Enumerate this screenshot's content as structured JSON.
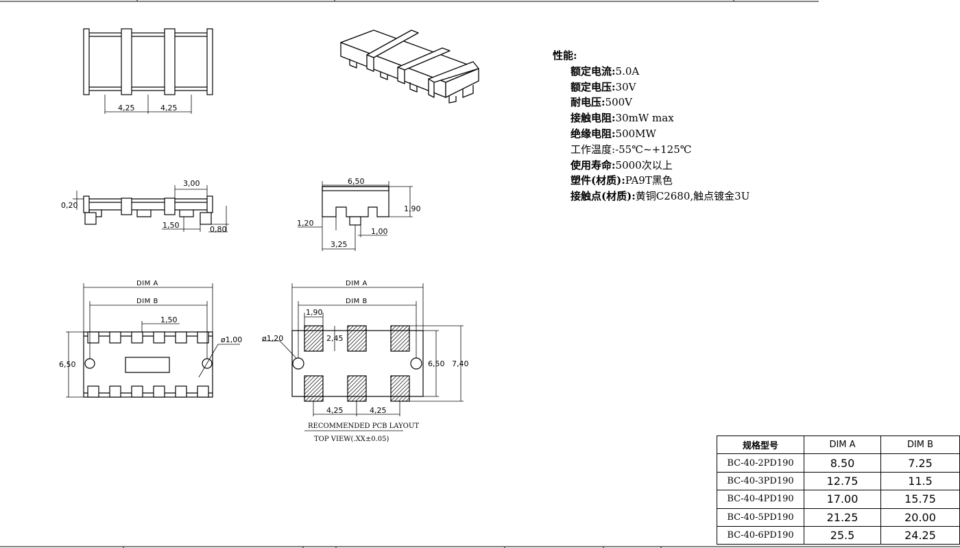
{
  "top_view": {
    "dim_left": "4,25",
    "dim_right": "4,25"
  },
  "side_view": {
    "dim_020": "0,20",
    "dim_300": "3,00",
    "dim_150": "1,50",
    "dim_080": "0,80"
  },
  "end_view": {
    "dim_650": "6,50",
    "dim_190": "1,90",
    "dim_120": "1,20",
    "dim_100": "1,00",
    "dim_325": "3,25"
  },
  "bottom_view": {
    "dim_a": "DIM A",
    "dim_b": "DIM B",
    "dim_150": "1,50",
    "dim_height": "6,50",
    "dim_hole": "ø1,00"
  },
  "pcb_layout": {
    "dim_a": "DIM A",
    "dim_b": "DIM B",
    "dim_190": "1,90",
    "dim_245": "2,45",
    "dim_hole": "ø1,20",
    "dim_650": "6,50",
    "dim_740": "7,40",
    "dim_pitch_left": "4,25",
    "dim_pitch_right": "4,25",
    "caption_top": "RECOMMENDED  PCB  LAYOUT",
    "caption_bottom": "TOP  VIEW(.XX±0.05)"
  },
  "specs": {
    "title": "性能:",
    "rows": [
      {
        "key": "额定电流:",
        "value": "5.0A"
      },
      {
        "key": "额定电压:",
        "value": "30V"
      },
      {
        "key": "耐电压:",
        "value": "500V"
      },
      {
        "key": "接触电阻:",
        "value": "30mW  max"
      },
      {
        "key": "绝缘电阻:",
        "value": "500MW"
      },
      {
        "key": "工作温度:",
        "value": "-55℃~+125℃"
      },
      {
        "key": "使用寿命:",
        "value": "5000次以上"
      },
      {
        "key": "塑件(材质):",
        "value": "PA9T黑色"
      },
      {
        "key": "接触点(材质):",
        "value": "黄铜C2680,触点镀金3U"
      }
    ]
  },
  "table": {
    "headers": [
      "规格型号",
      "DIM  A",
      "DIM  B"
    ],
    "rows": [
      [
        "BC-40-2PD190",
        "8.50",
        "7.25"
      ],
      [
        "BC-40-3PD190",
        "12.75",
        "11.5"
      ],
      [
        "BC-40-4PD190",
        "17.00",
        "15.75"
      ],
      [
        "BC-40-5PD190",
        "21.25",
        "20.00"
      ],
      [
        "BC-40-6PD190",
        "25.5",
        "24.25"
      ]
    ]
  }
}
